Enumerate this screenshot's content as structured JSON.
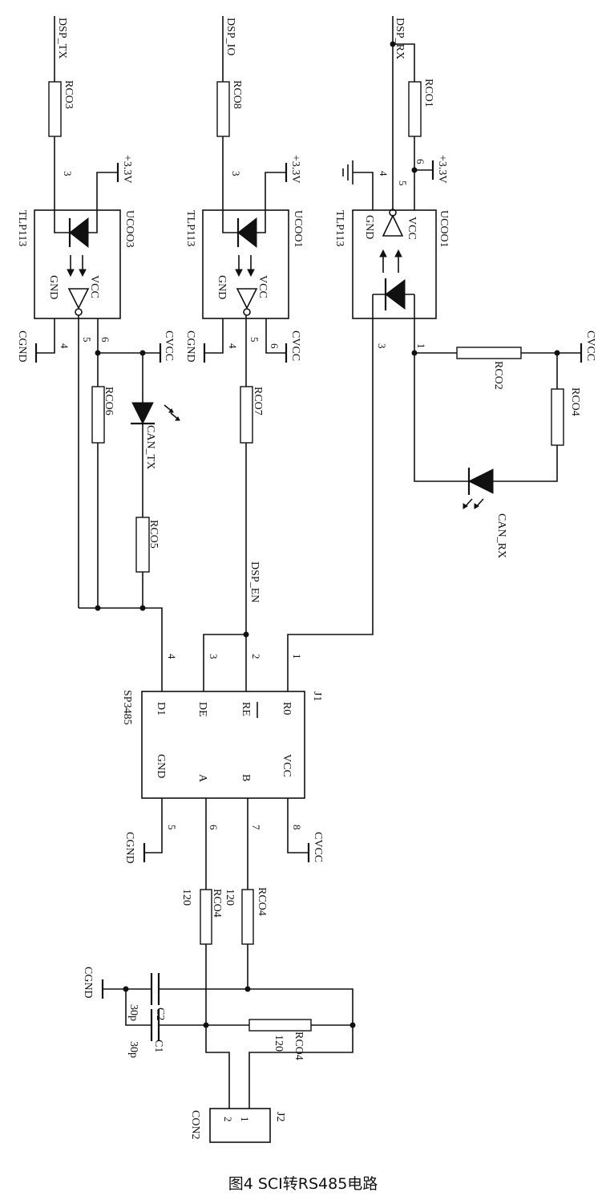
{
  "caption": "图4 SCI转RS485电路",
  "nets": {
    "dsp_tx": "DSP_TX",
    "dsp_io": "DSP_IO",
    "dsp_rx": "DSP_RX",
    "dsp_en": "DSP_EN",
    "can_tx": "CAN_TX",
    "can_rx": "CAN_RX",
    "p33": "+3.3V",
    "cvcc": "CVCC",
    "cgnd": "CGND"
  },
  "optocouplers": [
    {
      "ref": "UCOO3",
      "part": "TLP113",
      "vcc": "VCC",
      "gnd": "GND",
      "pins": [
        "3",
        "4",
        "5",
        "6"
      ]
    },
    {
      "ref": "UCOO1",
      "part": "TLP113",
      "vcc": "VCC",
      "gnd": "GND",
      "pins": [
        "3",
        "4",
        "5",
        "6"
      ]
    },
    {
      "ref": "UCOO1",
      "part": "TLP113",
      "vcc": "VCC",
      "gnd": "GND",
      "pins": [
        "4",
        "5",
        "6",
        "3",
        "1"
      ]
    }
  ],
  "resistors": {
    "rco3": "RCO3",
    "rco8": "RCO8",
    "rco1": "RCO1",
    "rco6": "RCO6",
    "rco5": "RCO5",
    "rco7": "RCO7",
    "rco2": "RCO2",
    "rco4": "RCO4",
    "value_120": "120"
  },
  "transceiver": {
    "ref": "J1",
    "part": "SP3485",
    "pin_names": [
      "D1",
      "DE",
      "RE",
      "R0",
      "GND",
      "A",
      "B",
      "VCC"
    ],
    "pin_numbers": [
      "4",
      "3",
      "2",
      "1",
      "5",
      "6",
      "7",
      "8"
    ]
  },
  "capacitors": {
    "c1": "C1",
    "c2": "C2",
    "value": "30p"
  },
  "connector": {
    "ref": "J2",
    "part": "CON2",
    "pins": [
      "1",
      "2"
    ]
  }
}
